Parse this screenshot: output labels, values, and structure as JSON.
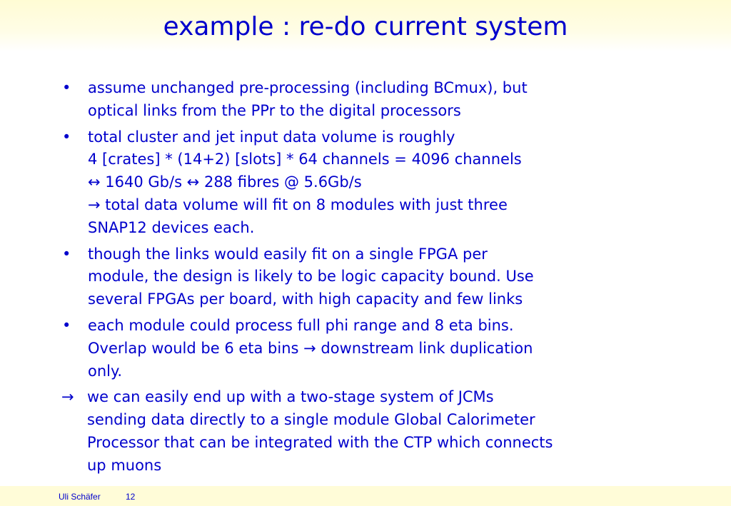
{
  "slide": {
    "title": "example : re-do current system",
    "items": [
      {
        "marker": "•",
        "lines": [
          "assume unchanged pre-processing (including BCmux), but",
          "optical links from the PPr to the digital processors"
        ]
      },
      {
        "marker": "•",
        "lines": [
          "total cluster and jet input data volume is roughly",
          "4 [crates] * (14+2) [slots] * 64 channels = 4096 channels",
          "↔ 1640 Gb/s ↔ 288 fibres @ 5.6Gb/s",
          "→ total data volume will fit on 8 modules with just three",
          "SNAP12 devices each."
        ]
      },
      {
        "marker": "•",
        "lines": [
          "though the links would easily fit on a single FPGA per",
          "module, the design is likely to be logic capacity bound. Use",
          "several FPGAs per board, with high capacity and few links"
        ]
      },
      {
        "marker": "•",
        "lines": [
          "each module could process full phi range and 8 eta bins.",
          "Overlap would be 6 eta bins → downstream link duplication",
          "only."
        ]
      },
      {
        "marker": "→",
        "lines": [
          "we can easily end up with a two-stage system of JCMs",
          "sending data directly to a single module Global Calorimeter",
          "Processor that can be integrated with the CTP which connects",
          "up muons"
        ]
      }
    ]
  },
  "footer": {
    "author": "Uli Schäfer",
    "page_number": "12"
  },
  "colors": {
    "text": "#0000cc",
    "title_band": "#fffcd4",
    "footer_band": "#fffcd8",
    "background": "#ffffff"
  }
}
